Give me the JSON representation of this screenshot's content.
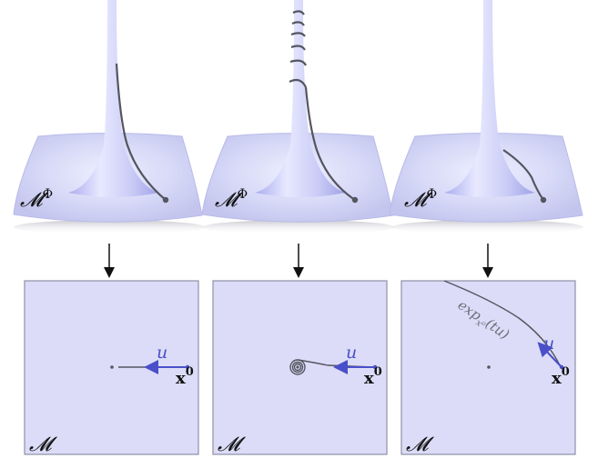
{
  "top_label": "𝓜",
  "top_label_sup": "Φ",
  "bottom_label": "𝓜",
  "vector_label": "u",
  "point_label": "x",
  "point_label_sup": "0",
  "exp_label_main": "exp",
  "exp_label_sub": "x⁰",
  "exp_label_arg": "(tu)",
  "colors": {
    "surface": "#d7d8f7",
    "surface_edge": "#b9bbe8",
    "box_fill": "#dcdcf8",
    "box_border": "#8f90a8",
    "curve": "#555560",
    "vector": "#4a4fc9"
  }
}
